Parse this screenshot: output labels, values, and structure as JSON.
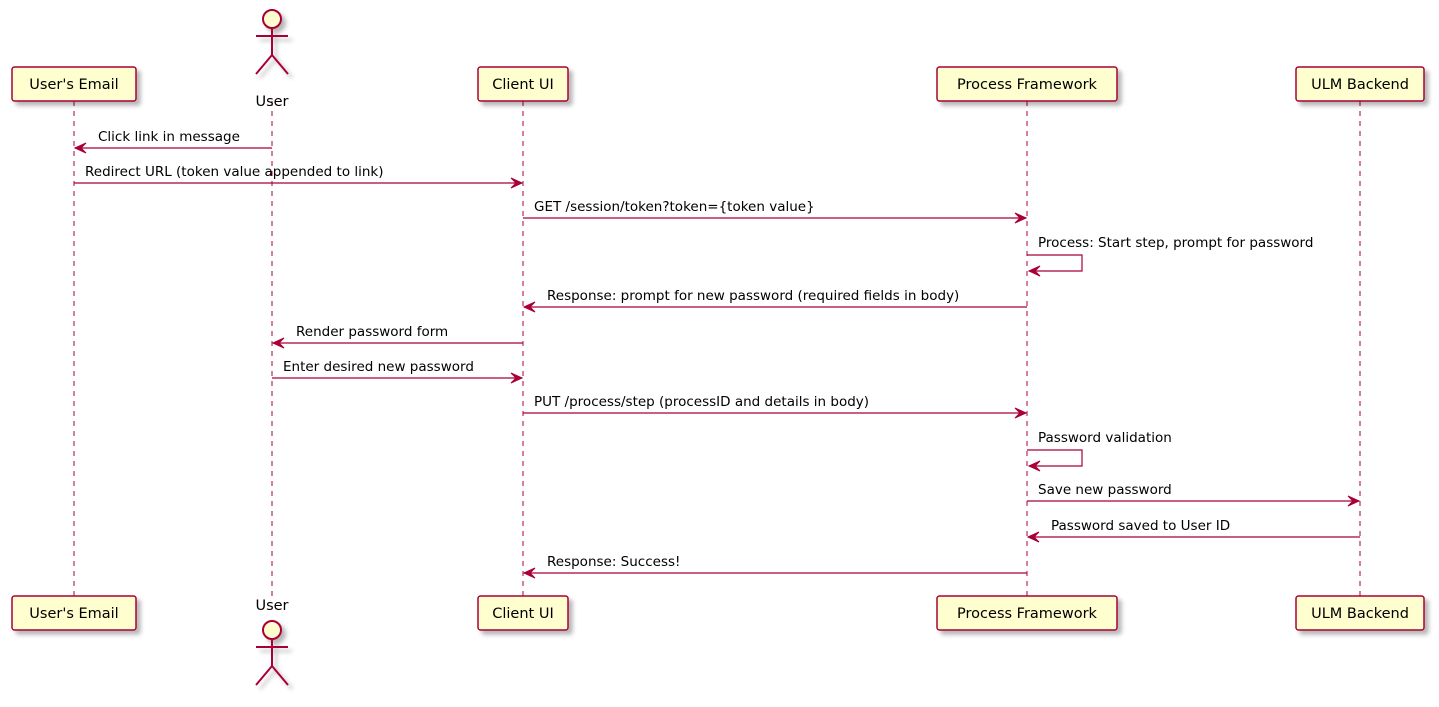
{
  "participants": [
    {
      "id": "email",
      "label": "User's Email",
      "kind": "box"
    },
    {
      "id": "user",
      "label": "User",
      "kind": "actor"
    },
    {
      "id": "client",
      "label": "Client UI",
      "kind": "box"
    },
    {
      "id": "process",
      "label": "Process Framework",
      "kind": "box"
    },
    {
      "id": "ulm",
      "label": "ULM Backend",
      "kind": "box"
    }
  ],
  "messages": [
    {
      "from": "user",
      "to": "email",
      "text": "Click link in message"
    },
    {
      "from": "email",
      "to": "client",
      "text": "Redirect URL (token value appended to link)"
    },
    {
      "from": "client",
      "to": "process",
      "text": "GET /session/token?token={token value}"
    },
    {
      "from": "process",
      "to": "process",
      "text": "Process: Start step, prompt for password"
    },
    {
      "from": "process",
      "to": "client",
      "text": "Response: prompt for new password (required fields in body)"
    },
    {
      "from": "client",
      "to": "user",
      "text": "Render password form"
    },
    {
      "from": "user",
      "to": "client",
      "text": "Enter desired new password"
    },
    {
      "from": "client",
      "to": "process",
      "text": "PUT /process/step (processID and details in body)"
    },
    {
      "from": "process",
      "to": "process",
      "text": "Password validation"
    },
    {
      "from": "process",
      "to": "ulm",
      "text": "Save new password"
    },
    {
      "from": "ulm",
      "to": "process",
      "text": "Password saved to User ID"
    },
    {
      "from": "process",
      "to": "client",
      "text": "Response: Success!"
    }
  ],
  "colors": {
    "participant_fill": "#FEFECE",
    "participant_border": "#A80036",
    "arrow": "#A80036",
    "shadow": "#c8c8c8"
  }
}
